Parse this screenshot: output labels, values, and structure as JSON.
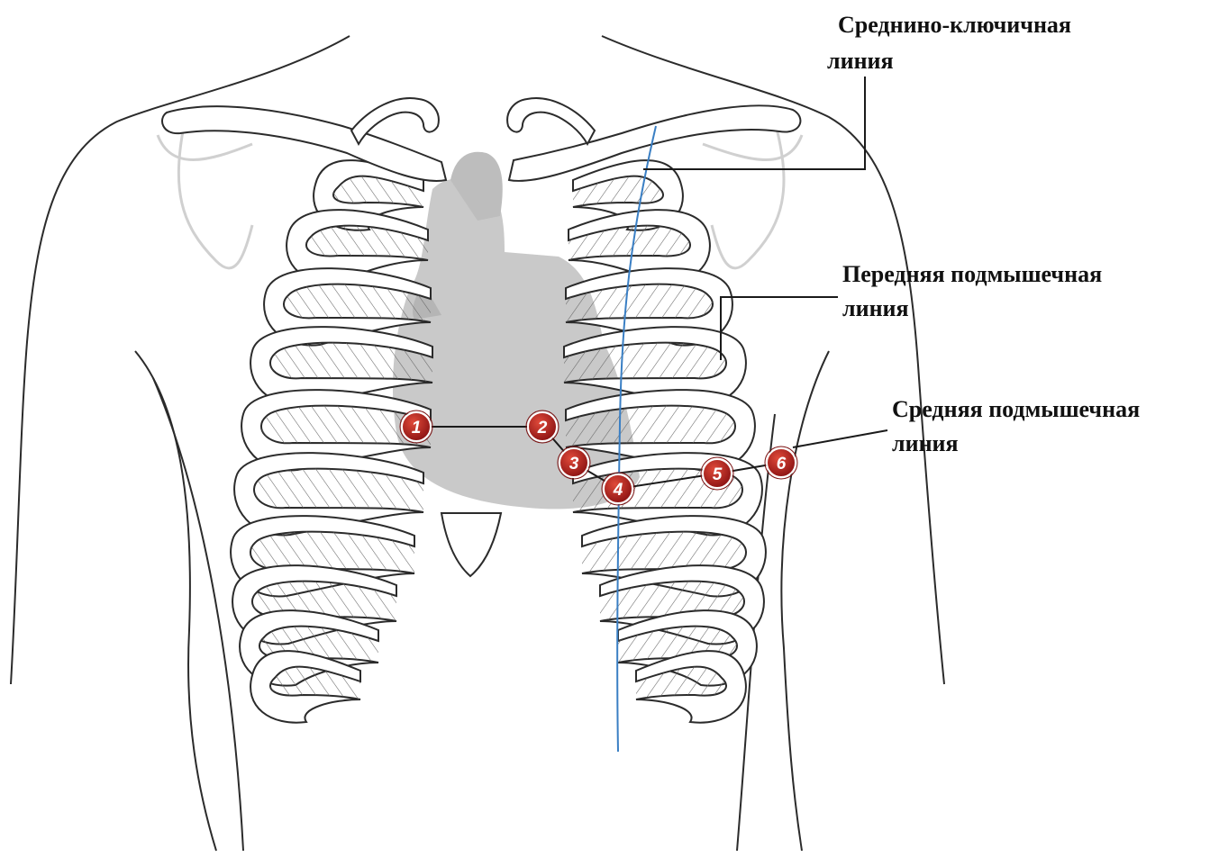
{
  "labels": {
    "midclavicular": [
      "Среднино-ключичная",
      "линия"
    ],
    "anterior_axillary": [
      "Передняя подмышечная",
      "линия"
    ],
    "mid_axillary": [
      "Средняя подмышечная",
      "линия"
    ]
  },
  "electrodes": [
    {
      "id": "1"
    },
    {
      "id": "2"
    },
    {
      "id": "3"
    },
    {
      "id": "4"
    },
    {
      "id": "5"
    },
    {
      "id": "6"
    }
  ],
  "colors": {
    "outline": "#2b2b2b",
    "rib_fill": "#ffffff",
    "hatch": "#555555",
    "heart": "#c8c8c8",
    "scapula": "#d4d4d4",
    "midline": "#3a7fc4",
    "electrode": "#b22222",
    "electrode_text": "#ffffff"
  }
}
